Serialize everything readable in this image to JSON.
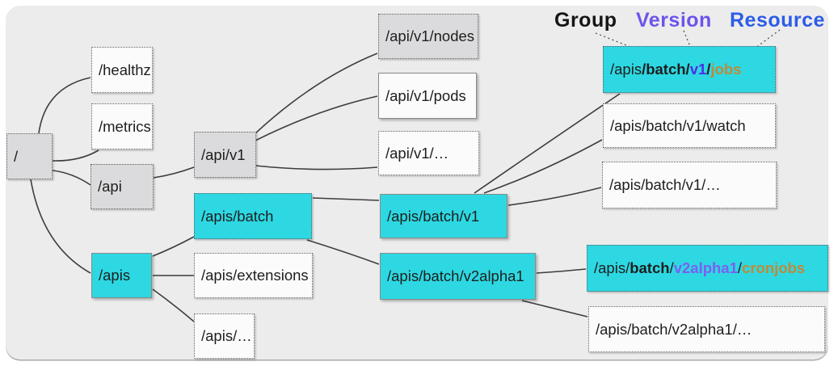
{
  "colors": {
    "cyan": "#2dd8e2",
    "gray_fill": "#dbdbdd",
    "white_fill": "#fbfbfb",
    "panel_bg": "#ececec",
    "line": "#3d3d3d",
    "purple_label": "#6e53ec",
    "blue_label": "#2d5ce6",
    "purple_v1": "#4c2de8",
    "purple_v2": "#7c5ef2",
    "orange": "#c08a38"
  },
  "legend": {
    "group": "Group",
    "version": "Version",
    "resource": "Resource"
  },
  "nodes": {
    "root": "/",
    "healthz": "/healthz",
    "metrics": "/metrics",
    "api": "/api",
    "api_v1": "/api/v1",
    "api_v1_nodes": "/api/v1/nodes",
    "api_v1_pods": "/api/v1/pods",
    "api_v1_more": "/api/v1/…",
    "apis": "/apis",
    "apis_batch": "/apis/batch",
    "apis_extensions": "/apis/extensions",
    "apis_more": "/apis/…",
    "apis_batch_v1": "/apis/batch/v1",
    "apis_batch_v2alpha1": "/apis/batch/v2alpha1",
    "apis_batch_v1_watch": "/apis/batch/v1/watch",
    "apis_batch_v1_more": "/apis/batch/v1/…",
    "apis_batch_v2alpha1_more": "/apis/batch/v2alpha1/…",
    "jobs": {
      "prefix": "/apis",
      "group": "/batch/",
      "version": "v1",
      "sep": "/",
      "resource": "jobs"
    },
    "cronjobs": {
      "prefix": "/apis/",
      "group": "batch",
      "sep1": "/",
      "version": "v2alpha1",
      "sep2": "/",
      "resource": "cronjobs"
    }
  }
}
